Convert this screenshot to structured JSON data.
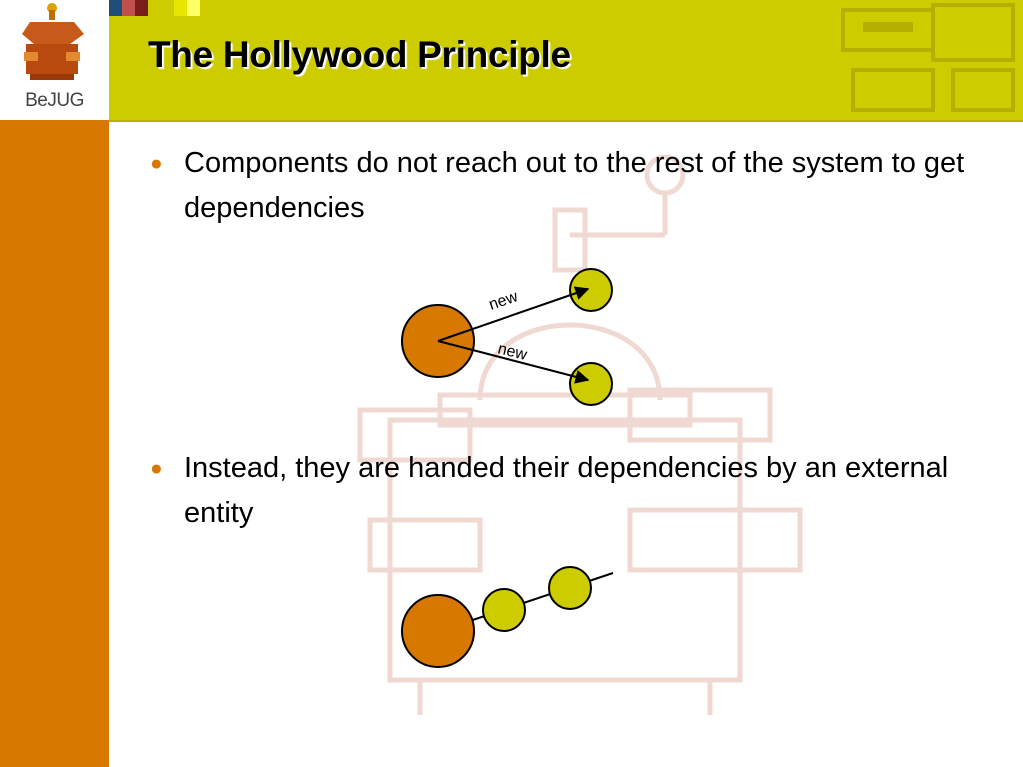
{
  "logo": {
    "text": "BeJUG"
  },
  "header": {
    "title": "The Hollywood Principle",
    "accent_color": "#cccc00",
    "strip_colors": [
      "#1f4e79",
      "#c0504d",
      "#7b1c1c",
      "#cccc00",
      "#cccc00",
      "#e6e600",
      "#ffff66"
    ]
  },
  "sidebar": {
    "color": "#d77800"
  },
  "bullets": [
    {
      "marker": "●",
      "text": "Components do not reach out to the rest of the system to get dependencies"
    },
    {
      "marker": "●",
      "text": "Instead, they are handed their dependencies by an external entity"
    }
  ],
  "diagram1": {
    "arrow_labels": [
      "new",
      "new"
    ]
  }
}
